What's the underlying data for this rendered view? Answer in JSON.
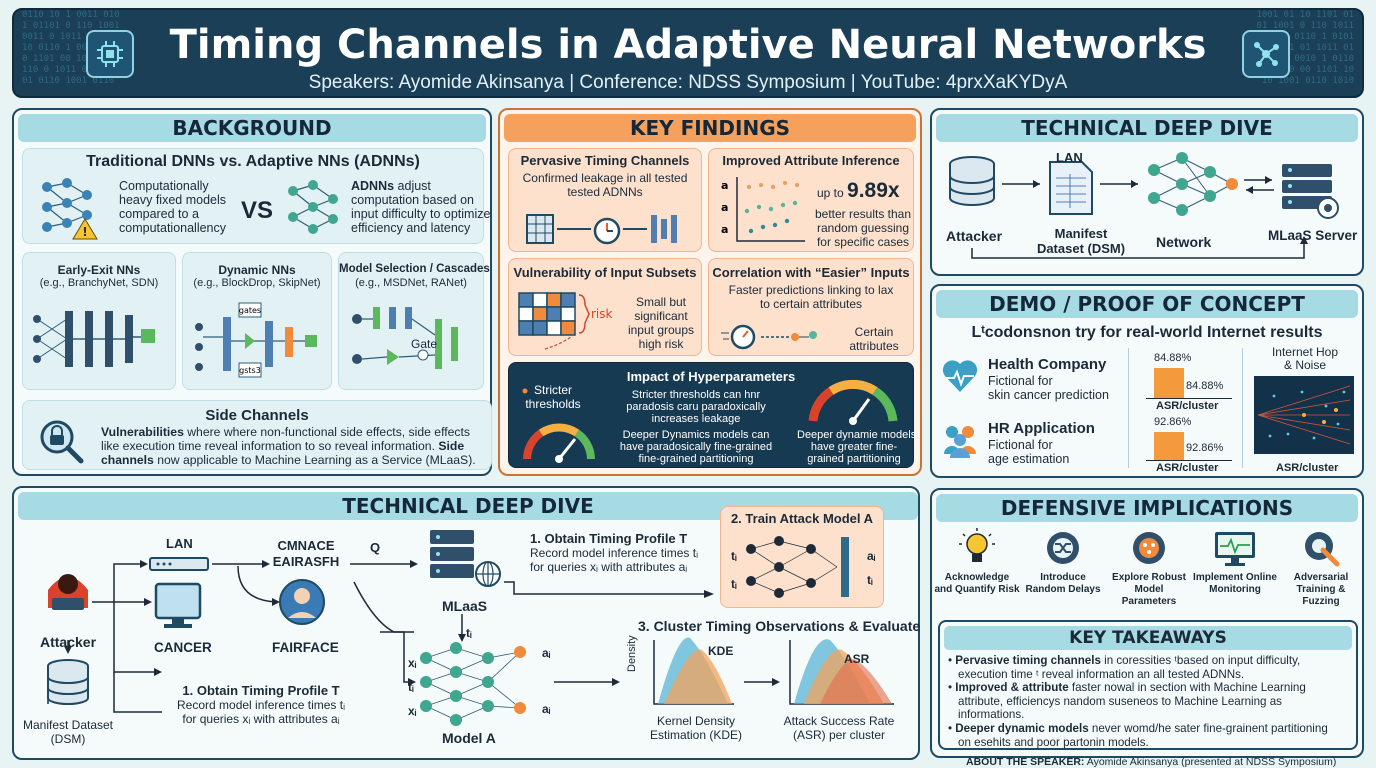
{
  "header": {
    "title": "Timing Channels in Adaptive Neural Networks",
    "subtitle": "Speakers: Ayomide Akinsanya | Conference: NDSS Symposium | YouTube: 4prxXaKYDyA"
  },
  "background": {
    "title": "BACKGROUND",
    "compare_title": "Traditional DNNs vs. Adaptive NNs (ADNNs)",
    "dnn_line1": "Computationally",
    "dnn_line2": "heavy fixed models",
    "dnn_line3": "compared to a",
    "dnn_line4": "computationallency",
    "vs": "VS",
    "adnn_bold": "ADNNs",
    "adnn_line1": " adjust",
    "adnn_line2": "computation based on",
    "adnn_line3": "input difficulty to optimize",
    "adnn_line4": "efficiency and latency",
    "early_title": "Early-Exit NNs",
    "early_sub": "(e.g., BranchyNet, SDN)",
    "dynamic_title": "Dynamic NNs",
    "dynamic_sub": "(e.g., BlockDrop, SkipNet)",
    "gate_label1": "gates",
    "gate_label2": "gsts3",
    "model_title": "Model Selection / Cascades",
    "model_sub": "(e.g., MSDNet, RANet)",
    "gate_label": "Gate",
    "side_title": "Side Channels",
    "side_line1_bold": "Vulnerabilities",
    "side_line1": " where where non-functional side effects, side effects",
    "side_line2": "like execution time reveal information to so reveal information.",
    "side_line2_bold": " Side",
    "side_line3_bold": "channels",
    "side_line3": " now applicable to Machine Learning as a Service (MLaaS)."
  },
  "findings": {
    "title": "KEY FINDINGS",
    "c1_title": "Pervasive Timing Channels",
    "c1_line1": "Confirmed leakage in all tested",
    "c1_line2": "tested ADNNs",
    "c2_title": "Improved Attribute Inference",
    "c2_up": "up to",
    "c2_value": "9.89x",
    "c2_line1": "better results than",
    "c2_line2": "random guessing",
    "c2_line3": "for specific cases",
    "c2_axis_labels": [
      "a",
      "a",
      "a"
    ],
    "c3_title": "Vulnerability of Input Subsets",
    "c3_risk": "risk",
    "c3_line1": "Small but",
    "c3_line2": "significant",
    "c3_line3": "input groups",
    "c3_line4": "high risk",
    "c4_title": "Correlation with “Easier” Inputs",
    "c4_line1": "Faster predictions linking to lax",
    "c4_line2": "to certain attributes",
    "c4_line3": "Certain",
    "c4_line4": "attributes",
    "hp_title": "Impact of Hyperparameters",
    "hp_left1": "Stricter",
    "hp_left2": "thresholds",
    "hp_b1_line1": "Stricter thresholds can hnr",
    "hp_b1_line2": "paradosis caru paradoxically",
    "hp_b1_line3": "increases leakage",
    "hp_b2_line1": "Deeper Dynamics models can",
    "hp_b2_line2": "have paradosically fine-grained",
    "hp_b2_line3": "fine-grained partitioning",
    "hp_right1": "Deeper dynamie models",
    "hp_right2": "have greater fine-",
    "hp_right3": "grained partitioning"
  },
  "tech_top": {
    "title": "TECHNICAL DEEP DIVE",
    "attacker": "Attacker",
    "lan": "LAN",
    "manifest1": "Manifest",
    "manifest2": "Dataset (DSM)",
    "network": "Network",
    "server": "MLaaS Server"
  },
  "demo": {
    "title": "DEMO / PROOF OF CONCEPT",
    "subtitle": "Lᵗcodonsnon try for real-world Internet results",
    "health_title": "Health Company",
    "health_line1": "Fictional for",
    "health_line2": "skin cancer prediction",
    "health_top": "84.88%",
    "health_bar": "84.88%",
    "health_label": "ASR/cluster",
    "hr_title": "HR Application",
    "hr_line1": "Fictional for",
    "hr_line2": "age estimation",
    "hr_top": "92.86%",
    "hr_bar": "92.86%",
    "hr_label": "ASR/cluster",
    "hop_title1": "Internet Hop",
    "hop_title2": "& Noise",
    "hop_label": "ASR/cluster",
    "accent_bar": "#f59a3c"
  },
  "tech_bottom": {
    "title": "TECHNICAL DEEP DIVE",
    "lan": "LAN",
    "cmnace1": "CMNACE",
    "cmnace2": "EAIRASFH",
    "q": "Q",
    "attacker": "Attacker",
    "cancer": "CANCER",
    "fairface": "FAIRFACE",
    "mlaas": "MLaaS",
    "ti": "tᵢ",
    "manifest1": "Manifest Dataset",
    "manifest2": "(DSM)",
    "step1_title": "1. Obtain Timing Profile T",
    "step1_line1": "Record model inference times tᵢ",
    "step1_line2": "for queries xᵢ with attributes aᵢ",
    "step1b_title": "1. Obtain Timing Profile T",
    "step1b_line1": "Record model inference times tᵢ",
    "step1b_line2": "for queries xᵢ with attributes aᵢ",
    "step2_title": "2. Train Attack Model A",
    "step2_in1": "tᵢ",
    "step2_in2": "tᵢ",
    "step2_out1": "aᵢ",
    "step2_out2": "tᵢ",
    "model_label": "Model A",
    "model_in": [
      "xᵢ",
      "tᵢ",
      "xᵢ"
    ],
    "model_out": [
      "aᵢ",
      "aᵢ"
    ],
    "step3_title": "3. Cluster Timing Observations & Evaluate",
    "kde_label": "KDE",
    "density": "Density",
    "kde_cap1": "Kernel Density",
    "kde_cap2": "Estimation (KDE)",
    "asr_label": "ASR",
    "asr_cap1": "Attack Success Rate",
    "asr_cap2": "(ASR) per cluster"
  },
  "defense": {
    "title": "DEFENSIVE IMPLICATIONS",
    "items": [
      {
        "l1": "Acknowledge",
        "l2": "and Quantify Risk",
        "icon": "lightbulb-gear-icon"
      },
      {
        "l1": "Introduce",
        "l2": "Random Delays",
        "icon": "shuffle-gear-icon"
      },
      {
        "l1": "Explore Robust",
        "l2": "Model Parameters",
        "icon": "gear-network-icon"
      },
      {
        "l1": "Implement Online",
        "l2": "Monitoring",
        "icon": "monitor-pulse-icon"
      },
      {
        "l1": "Adversarial",
        "l2": "Training & Fuzzing",
        "icon": "wrench-gear-icon"
      }
    ]
  },
  "takeaways": {
    "title": "KEY TAKEAWAYS",
    "b1_bold": "Pervasive timing channels",
    "b1_a": " in coressities ᵗbased on input difficulty,",
    "b1_b": "execution time ᵗ reveal information an all tested ADNNs.",
    "b2_bold": "Improved & attribute",
    "b2_a": " faster nowal in section with Machine Learning",
    "b2_b": "attribute, efficiencys nandom suseneos to Machine Learning as",
    "b2_c": "informations.",
    "b3_bold": "Deeper dynamic models",
    "b3_a": " never womd/he sater fine-grainent partitioning",
    "b3_b": "on esehits and poor partonin models."
  },
  "footer": {
    "bold": "ABOUT THE SPEAKER:",
    "text": " Ayomide Akinsanya (presented at NDSS Symposium)"
  }
}
